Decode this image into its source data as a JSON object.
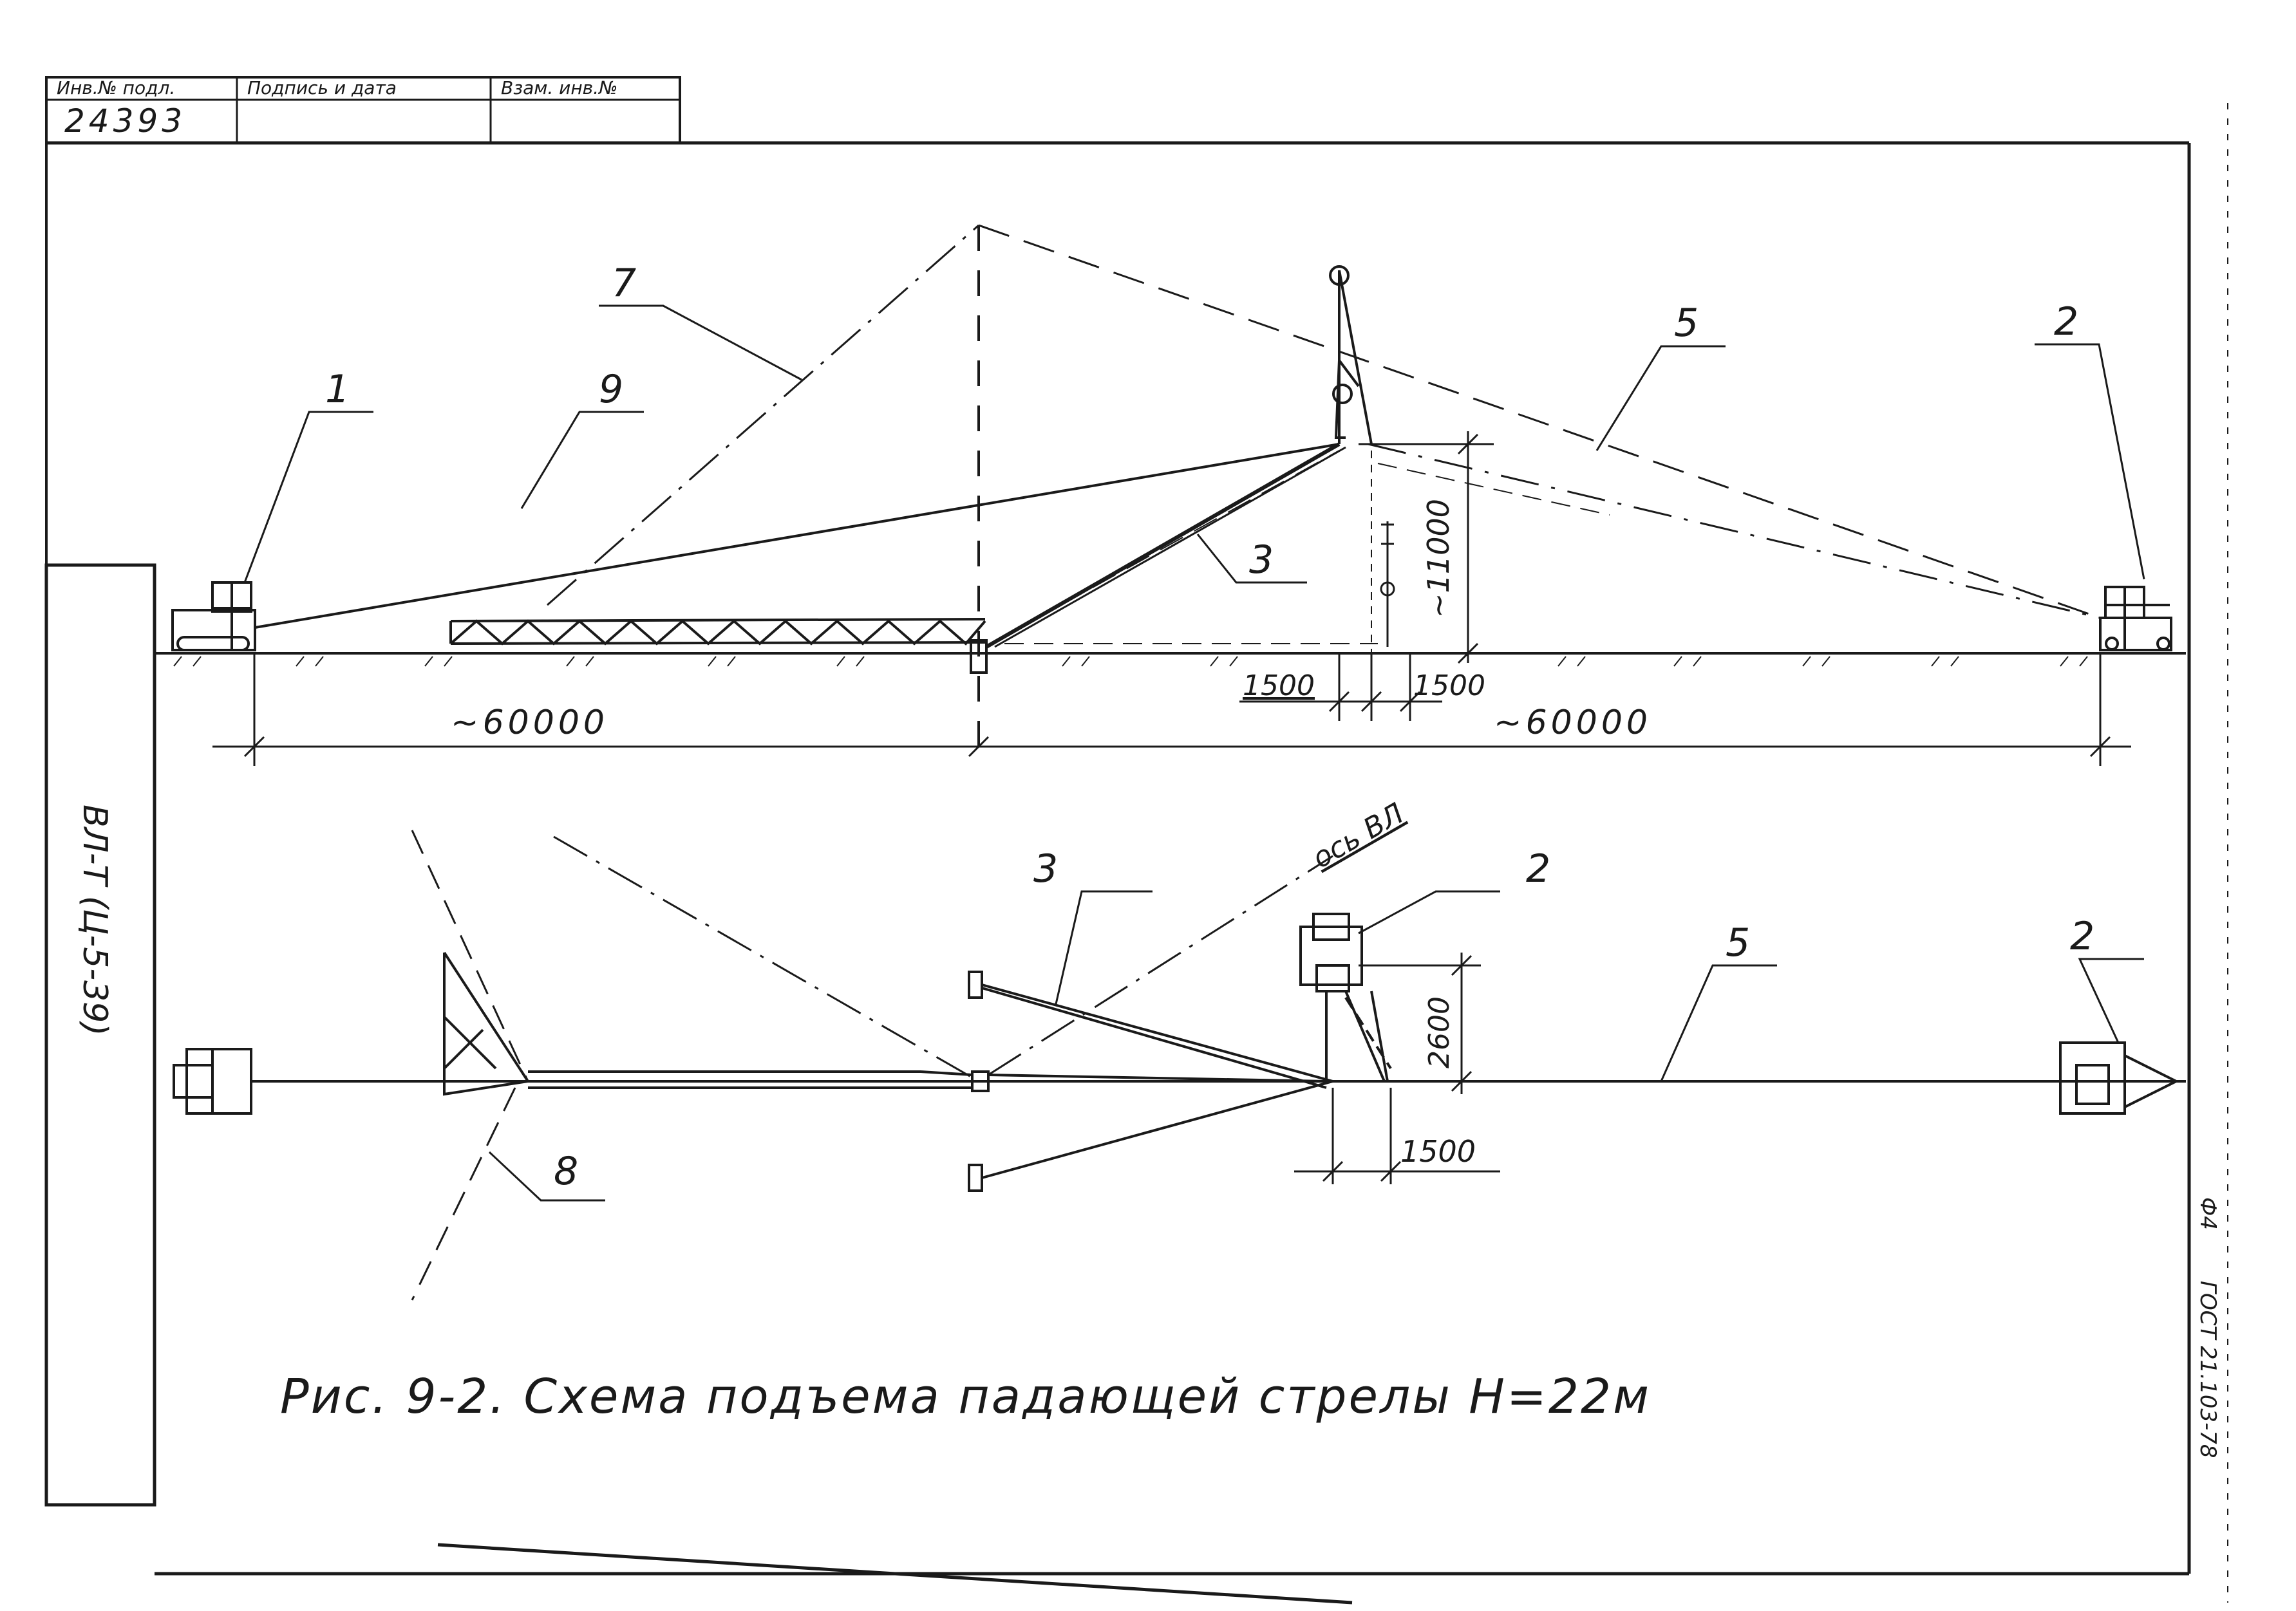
{
  "stamp": {
    "headers": [
      "Инв.№ подл.",
      "Подпись и дата",
      "Взам. инв.№"
    ],
    "inv_number": "24393"
  },
  "side_labels": {
    "series": "ВЛ-Т (Ц-5-39)",
    "format": "Ф4",
    "standard": "ГОСТ 21.103-78"
  },
  "elevation": {
    "callouts": [
      "1",
      "9",
      "7",
      "3",
      "5",
      "2"
    ],
    "dims": {
      "span_left": "~60000",
      "span_right": "~60000",
      "height": "~11000",
      "offset_left": "1500",
      "offset_right": "1500"
    }
  },
  "plan": {
    "axis_label": "ось ВЛ",
    "callouts": [
      "3",
      "2",
      "5",
      "2",
      "8"
    ],
    "dims": {
      "width": "2600",
      "offset": "1500"
    }
  },
  "caption": "Рис. 9-2. Схема подъема падающей стрелы Н=22м"
}
